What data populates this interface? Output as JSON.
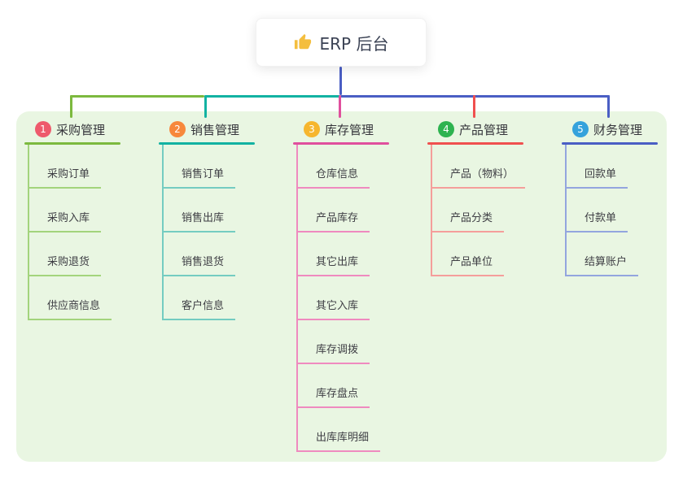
{
  "root": {
    "label": "ERP 后台",
    "icon": "thumbs-up-icon"
  },
  "colors": {
    "canvas_bg": "#ffffff",
    "panel_bg": "#e9f6e2",
    "root_connector": "#4a5ec4",
    "thumb_icon": "#f4be3e"
  },
  "branches": [
    {
      "badge": "1",
      "label": "采购管理",
      "badge_color": "#ee5a6c",
      "line_color": "#7cb93e",
      "child_line_color": "#a3d47c",
      "children": [
        "采购订单",
        "采购入库",
        "采购退货",
        "供应商信息"
      ]
    },
    {
      "badge": "2",
      "label": "销售管理",
      "badge_color": "#f7883c",
      "line_color": "#12b2a2",
      "child_line_color": "#74ccc1",
      "children": [
        "销售订单",
        "销售出库",
        "销售退货",
        "客户信息"
      ]
    },
    {
      "badge": "3",
      "label": "库存管理",
      "badge_color": "#f6b62e",
      "line_color": "#e04f9d",
      "child_line_color": "#ef8abf",
      "children": [
        "仓库信息",
        "产品库存",
        "其它出库",
        "其它入库",
        "库存调拨",
        "库存盘点",
        "出库库明细"
      ]
    },
    {
      "badge": "4",
      "label": "产品管理",
      "badge_color": "#2eb350",
      "line_color": "#f0504f",
      "child_line_color": "#f59e9b",
      "children": [
        "产品（物料）",
        "产品分类",
        "产品单位"
      ]
    },
    {
      "badge": "5",
      "label": "财务管理",
      "badge_color": "#35a2dc",
      "line_color": "#4a5ec4",
      "child_line_color": "#93a5de",
      "children": [
        "回款单",
        "付款单",
        "结算账户"
      ]
    }
  ]
}
